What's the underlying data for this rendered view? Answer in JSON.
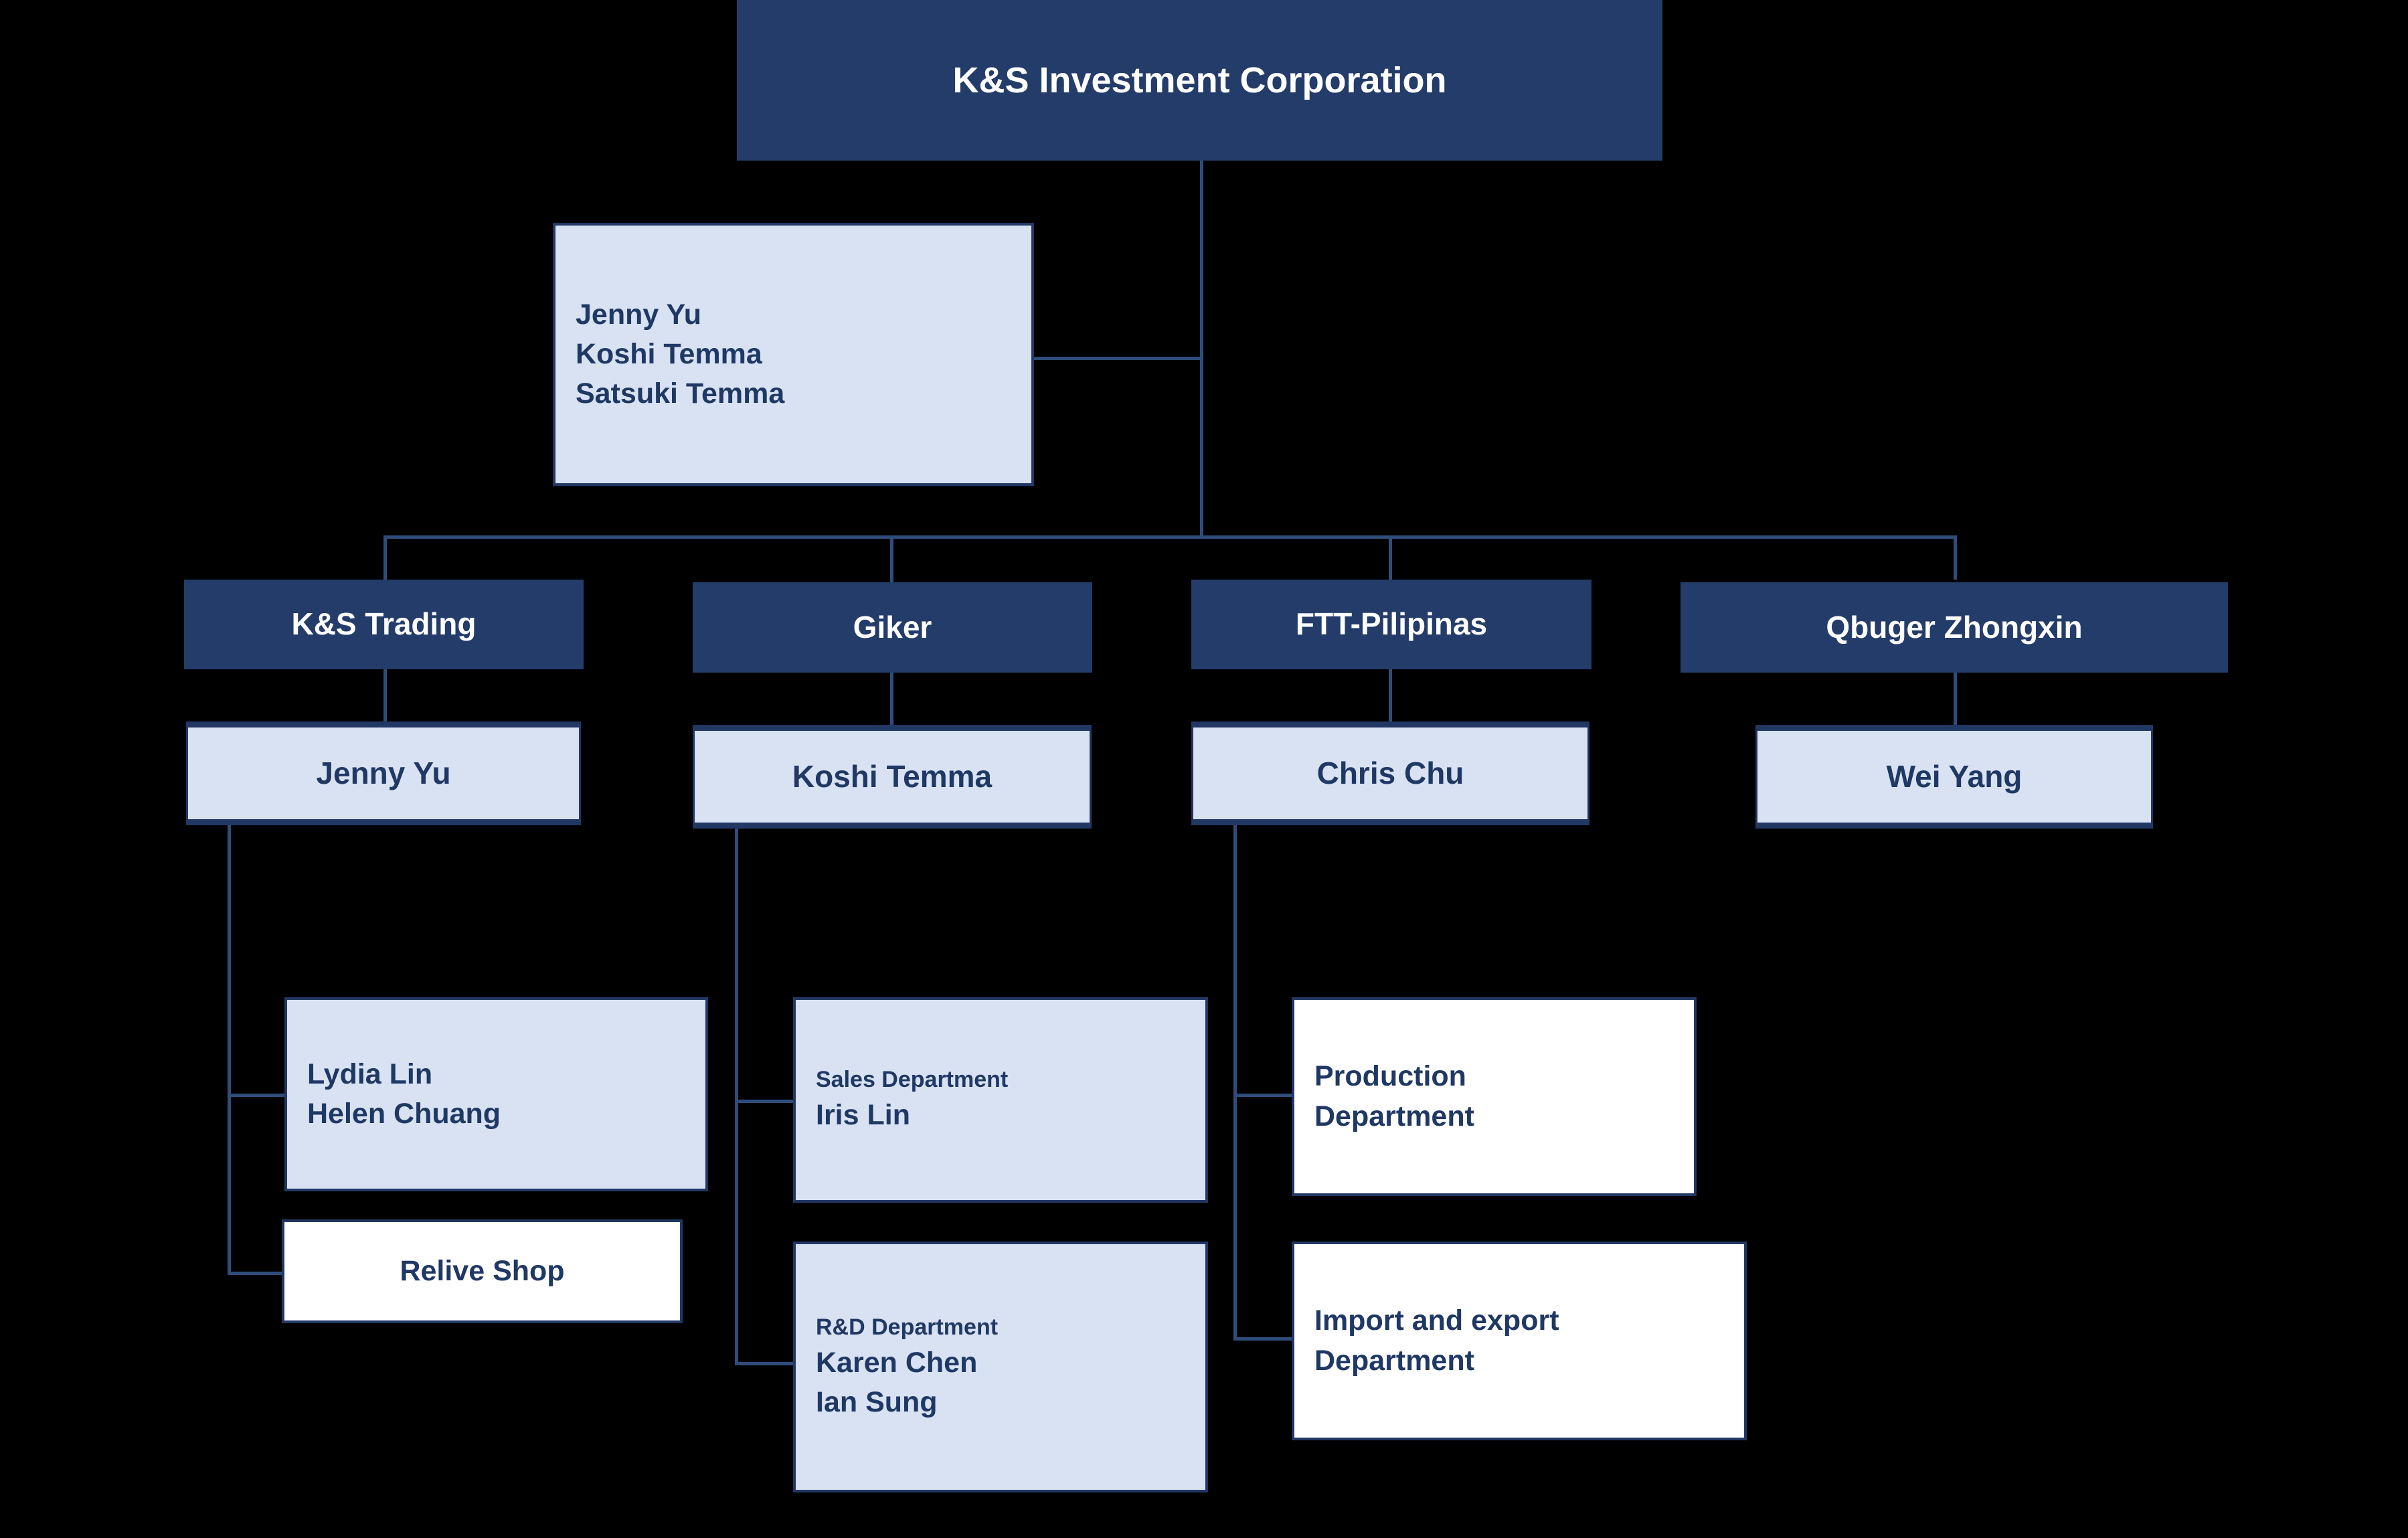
{
  "colors": {
    "background": "#000000",
    "dark_fill": "#243C69",
    "light_fill": "#D9E2F3",
    "white_fill": "#FFFFFF",
    "border": "#213864",
    "connector": "#2E4D7B",
    "dark_text": "#1F3864",
    "light_text": "#FFFFFF"
  },
  "root": {
    "title": "K&S Investment Corporation"
  },
  "advisory": {
    "members": [
      "Jenny Yu",
      "Koshi Temma",
      "Satsuki Temma"
    ]
  },
  "divisions": [
    {
      "name": "K&S Trading",
      "manager": "Jenny Yu",
      "children": [
        {
          "title": "",
          "members": [
            "Lydia Lin",
            "Helen Chuang"
          ],
          "style": "light"
        },
        {
          "title": "Relive Shop",
          "members": [],
          "style": "white"
        }
      ]
    },
    {
      "name": "Giker",
      "manager": "Koshi Temma",
      "children": [
        {
          "title": "Sales Department",
          "members": [
            "Iris Lin"
          ],
          "style": "light"
        },
        {
          "title": "R&D Department",
          "members": [
            "Karen Chen",
            "Ian Sung"
          ],
          "style": "light"
        }
      ]
    },
    {
      "name": "FTT-Pilipinas",
      "manager": "Chris Chu",
      "children": [
        {
          "title": "Production Department",
          "members": [],
          "style": "white"
        },
        {
          "title": "Import and export Department",
          "members": [],
          "style": "white"
        }
      ]
    },
    {
      "name": "Qbuger Zhongxin",
      "manager": "Wei Yang",
      "children": []
    }
  ],
  "labels": {
    "ks_trading": "K&S Trading",
    "giker": "Giker",
    "ftt": "FTT-Pilipinas",
    "qbuger": "Qbuger Zhongxin",
    "mgr_ks_trading": "Jenny Yu",
    "mgr_giker": "Koshi Temma",
    "mgr_ftt": "Chris Chu",
    "mgr_qbuger": "Wei Yang",
    "adv_1": "Jenny Yu",
    "adv_2": "Koshi Temma",
    "adv_3": "Satsuki Temma",
    "lydia": "Lydia Lin",
    "helen": "Helen Chuang",
    "relive": "Relive Shop",
    "sales_dept": "Sales Department",
    "iris": "Iris Lin",
    "rnd_dept": "R&D Department",
    "karen": "Karen Chen",
    "ian": "Ian Sung",
    "prod_dept_l1": "Production",
    "prod_dept_l2": "Department",
    "imp_dept_l1": "Import and export",
    "imp_dept_l2": "Department"
  }
}
